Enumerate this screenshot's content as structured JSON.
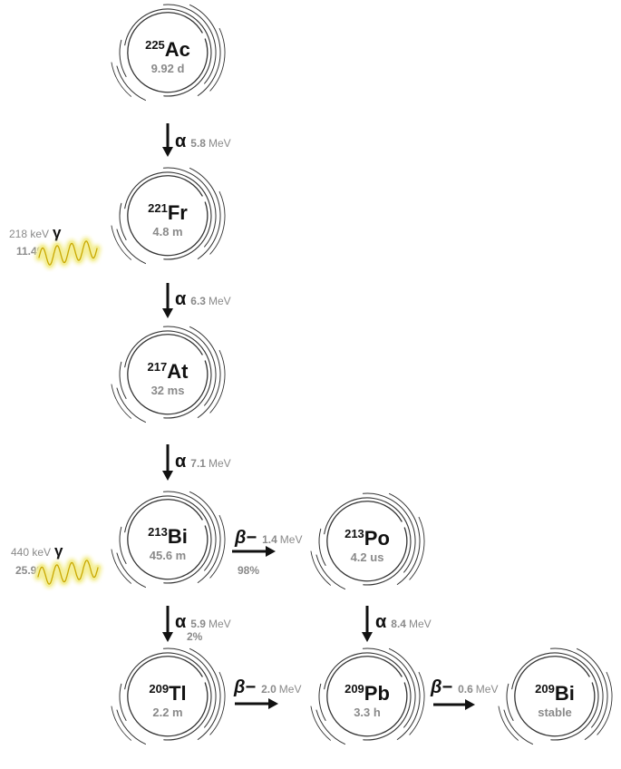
{
  "nuclides": [
    {
      "id": "ac225",
      "mass": "225",
      "symbol": "Ac",
      "half_life": "9.92 d"
    },
    {
      "id": "fr221",
      "mass": "221",
      "symbol": "Fr",
      "half_life": "4.8 m"
    },
    {
      "id": "at217",
      "mass": "217",
      "symbol": "At",
      "half_life": "32 ms"
    },
    {
      "id": "bi213",
      "mass": "213",
      "symbol": "Bi",
      "half_life": "45.6 m"
    },
    {
      "id": "po213",
      "mass": "213",
      "symbol": "Po",
      "half_life": "4.2 us"
    },
    {
      "id": "tl209",
      "mass": "209",
      "symbol": "Tl",
      "half_life": "2.2 m"
    },
    {
      "id": "pb209",
      "mass": "209",
      "symbol": "Pb",
      "half_life": "3.3 h"
    },
    {
      "id": "bi209",
      "mass": "209",
      "symbol": "Bi",
      "half_life": "stable"
    }
  ],
  "decays": [
    {
      "id": "ac225-fr221",
      "from": "ac225",
      "to": "fr221",
      "mode": "α",
      "energy": "5.8",
      "unit": "MeV",
      "branch": ""
    },
    {
      "id": "fr221-at217",
      "from": "fr221",
      "to": "at217",
      "mode": "α",
      "energy": "6.3",
      "unit": "MeV",
      "branch": ""
    },
    {
      "id": "at217-bi213",
      "from": "at217",
      "to": "bi213",
      "mode": "α",
      "energy": "7.1",
      "unit": "MeV",
      "branch": ""
    },
    {
      "id": "bi213-po213",
      "from": "bi213",
      "to": "po213",
      "mode": "β−",
      "energy": "1.4",
      "unit": "MeV",
      "branch": "98%"
    },
    {
      "id": "bi213-tl209",
      "from": "bi213",
      "to": "tl209",
      "mode": "α",
      "energy": "5.9",
      "unit": "MeV",
      "branch": "2%"
    },
    {
      "id": "po213-pb209",
      "from": "po213",
      "to": "pb209",
      "mode": "α",
      "energy": "8.4",
      "unit": "MeV",
      "branch": ""
    },
    {
      "id": "tl209-pb209",
      "from": "tl209",
      "to": "pb209",
      "mode": "β−",
      "energy": "2.0",
      "unit": "MeV",
      "branch": ""
    },
    {
      "id": "pb209-bi209",
      "from": "pb209",
      "to": "bi209",
      "mode": "β−",
      "energy": "0.6",
      "unit": "MeV",
      "branch": ""
    }
  ],
  "gammas": [
    {
      "id": "fr221",
      "energy": "218 keV",
      "symbol": "γ",
      "intensity": "11.4%"
    },
    {
      "id": "bi213",
      "energy": "440 keV",
      "symbol": "γ",
      "intensity": "25.9%"
    }
  ],
  "colors": {
    "ring": "#333333",
    "arrow": "#111111",
    "label_gray": "#8a8a8a",
    "gamma_glow": "#f4ef9a",
    "gamma_wave": "#c9a800"
  }
}
